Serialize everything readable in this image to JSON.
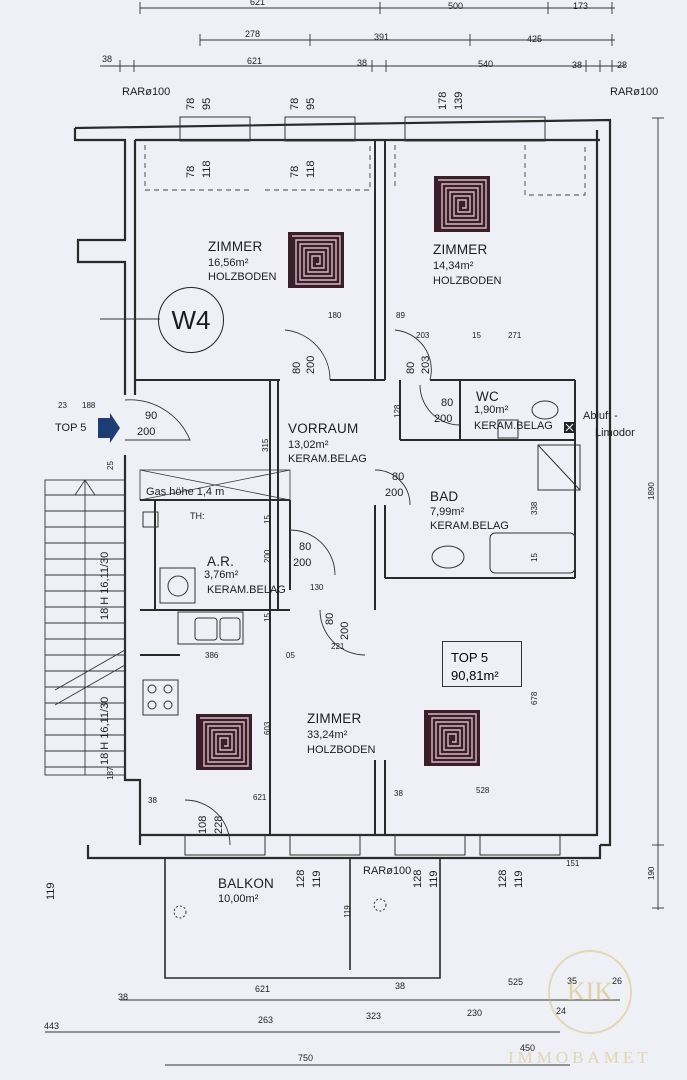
{
  "rooms": {
    "zimmer_nw": {
      "name": "ZIMMER",
      "area": "16,56m²",
      "floor": "HOLZBODEN"
    },
    "zimmer_ne": {
      "name": "ZIMMER",
      "area": "14,34m²",
      "floor": "HOLZBODEN"
    },
    "vorraum": {
      "name": "VORRAUM",
      "area": "13,02m²",
      "floor": "KERAM.BELAG"
    },
    "wc": {
      "name": "WC",
      "area": "1,90m²",
      "floor": "KERAM.BELAG"
    },
    "bad": {
      "name": "BAD",
      "area": "7,99m²",
      "floor": "KERAM.BELAG"
    },
    "ar": {
      "name": "A.R.",
      "area": "3,76m²",
      "floor": "KERAM.BELAG"
    },
    "zimmer_s": {
      "name": "ZIMMER",
      "area": "33,24m²",
      "floor": "HOLZBODEN"
    },
    "balkon": {
      "name": "BALKON",
      "area": "10,00m²"
    }
  },
  "unit": {
    "badge": "W4",
    "top_label": "TOP 5",
    "total_area": "90,81m²",
    "entry_label": "TOP 5"
  },
  "notes": {
    "gas": "Gas höhe 1,4 m",
    "th": "TH:",
    "abluft_1": "Abluft -",
    "abluft_2": "Limodor",
    "rar_left": "RARø100",
    "rar_right": "RARø100",
    "rar_balkon": "RARø100",
    "stair_upper": "18 H 16,11/30",
    "stair_lower": "18 H 16,11/30"
  },
  "doors": [
    {
      "w": "90",
      "h": "200"
    },
    {
      "w": "80",
      "h": "200"
    },
    {
      "w": "80",
      "h": "203"
    },
    {
      "w": "80",
      "h": "200"
    },
    {
      "w": "80",
      "h": "200"
    },
    {
      "w": "80",
      "h": "200"
    },
    {
      "w": "80",
      "h": "200"
    },
    {
      "w": "108",
      "h": "228"
    }
  ],
  "windows": [
    {
      "a": "78",
      "b": "118"
    },
    {
      "a": "78",
      "b": "118"
    },
    {
      "a": "178",
      "b": "139"
    },
    {
      "a": "78",
      "b": "95"
    },
    {
      "a": "78",
      "b": "95"
    },
    {
      "a": "128",
      "b": "119"
    },
    {
      "a": "128",
      "b": "119"
    },
    {
      "a": "128",
      "b": "119"
    }
  ],
  "dimensions": {
    "top_row1": [
      "621",
      "500",
      "173"
    ],
    "top_row2": [
      "278",
      "391",
      "425"
    ],
    "top_row3": [
      "38",
      "621",
      "38",
      "540",
      "38",
      "28"
    ],
    "inner": [
      "180",
      "89",
      "203",
      "15",
      "271",
      "23",
      "188",
      "315",
      "128",
      "15",
      "200",
      "15",
      "130",
      "221",
      "386",
      "05",
      "603",
      "678",
      "338",
      "15",
      "25",
      "187",
      "38",
      "621",
      "38",
      "528",
      "151",
      "119",
      "1890",
      "190",
      "119",
      "38"
    ],
    "bottom_row1": [
      "38",
      "621",
      "38",
      "525",
      "35",
      "26"
    ],
    "bottom_row2": [
      "443",
      "263",
      "323",
      "230",
      "24"
    ],
    "bottom_row3": [
      "750",
      "450"
    ]
  },
  "brand": {
    "logo_text": "KIK",
    "name": "IMMOBAMET"
  }
}
